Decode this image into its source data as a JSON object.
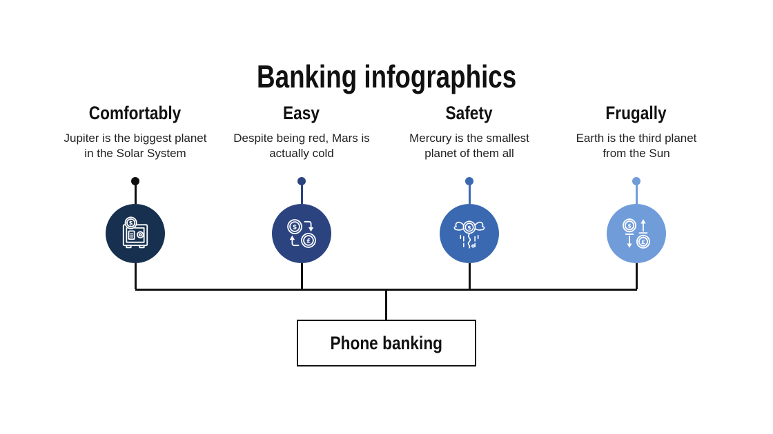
{
  "slide": {
    "title": "Banking infographics",
    "line_color": "#111111",
    "columns": [
      {
        "title": "Comfortably",
        "description": "Jupiter is the biggest planet in the Solar System",
        "icon": "safe-deposit-icon",
        "circle_color": "#17304F",
        "connector_color": "#0F0F0F"
      },
      {
        "title": "Easy",
        "description": "Despite being red, Mars is actually cold",
        "icon": "currency-exchange-icon",
        "circle_color": "#2B4480",
        "connector_color": "#2B4480"
      },
      {
        "title": "Safety",
        "description": "Mercury is the smallest planet of them all",
        "icon": "winged-money-icon",
        "circle_color": "#3A69B1",
        "connector_color": "#3A69B1"
      },
      {
        "title": "Frugally",
        "description": "Earth is the third planet from the Sun",
        "icon": "exchange-rate-icon",
        "circle_color": "#709CDA",
        "connector_color": "#709CDA"
      }
    ],
    "footer_box": {
      "label": "Phone banking"
    }
  }
}
